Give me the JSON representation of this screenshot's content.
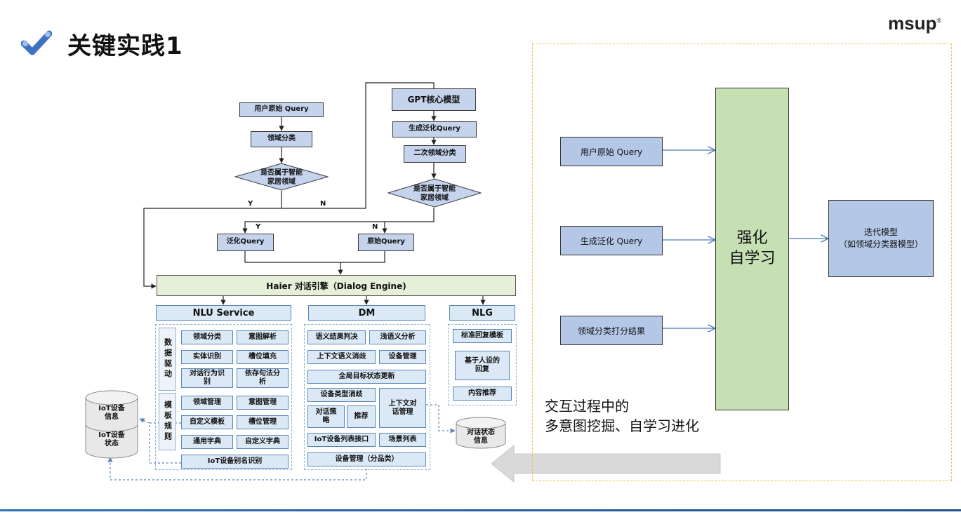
{
  "header": {
    "title": "关键实践1",
    "brand": "msup",
    "brand_mark": "®"
  },
  "flow": {
    "user_query": "用户原始 Query",
    "domain_classify": "领域分类",
    "decision1_line1": "是否属于智能",
    "decision1_line2": "家居领域",
    "y1": "Y",
    "n1": "N",
    "gpt": "GPT核心模型",
    "gen_query": "生成泛化Query",
    "second_classify": "二次领域分类",
    "decision2_line1": "是否属于智能",
    "decision2_line2": "家居领域",
    "y2": "Y",
    "n2": "N",
    "generalized_query": "泛化Query",
    "original_query": "原始Query",
    "engine": "Haier 对话引擎（Dialog Engine)"
  },
  "nlu": {
    "header": "NLU Service",
    "data_driven": "数据驱动",
    "template_rules": "模板规则",
    "cells": [
      "领域分类",
      "意图解析",
      "实体识别",
      "槽位填充",
      "对话行为识别",
      "依存句法分析",
      "领域管理",
      "意图管理",
      "自定义模板",
      "槽位管理",
      "通用字典",
      "自定义字典"
    ],
    "alias": "IoT设备别名识别"
  },
  "dm": {
    "header": "DM",
    "cells": [
      "语义结果判决",
      "浅语义分析",
      "上下文语义消歧",
      "设备管理",
      "全局目标状态更新",
      "设备类型消歧",
      "对话策略",
      "推荐",
      "上下文对话管理",
      "IoT设备列表接口",
      "场景列表",
      "设备管理（分品类）"
    ]
  },
  "nlg": {
    "header": "NLG",
    "cells": [
      "标准回复模板",
      "基于人设的回复",
      "内容推荐"
    ]
  },
  "storage": {
    "iot_info": "IoT设备信息",
    "iot_status": "IoT设备状态",
    "dialog_state": "对话状态信息"
  },
  "right": {
    "in1": "用户原始 Query",
    "in2": "生成泛化 Query",
    "in3": "领域分类打分结果",
    "rl_line1": "强化",
    "rl_line2": "自学习",
    "out_line1": "迭代模型",
    "out_line2": "（如领域分类器模型）",
    "caption_line1": "交互过程中的",
    "caption_line2": "多意图挖掘、自学习进化"
  },
  "colors": {
    "flow_box": "#c5d3ec",
    "module_cell": "#dbe8f6",
    "engine": "#e6efd8",
    "rl_box": "#c6e0b4",
    "io_box": "#b4c7e7",
    "dashed_frame": "#f2c14e",
    "footer_line": "#2f6fb5"
  }
}
